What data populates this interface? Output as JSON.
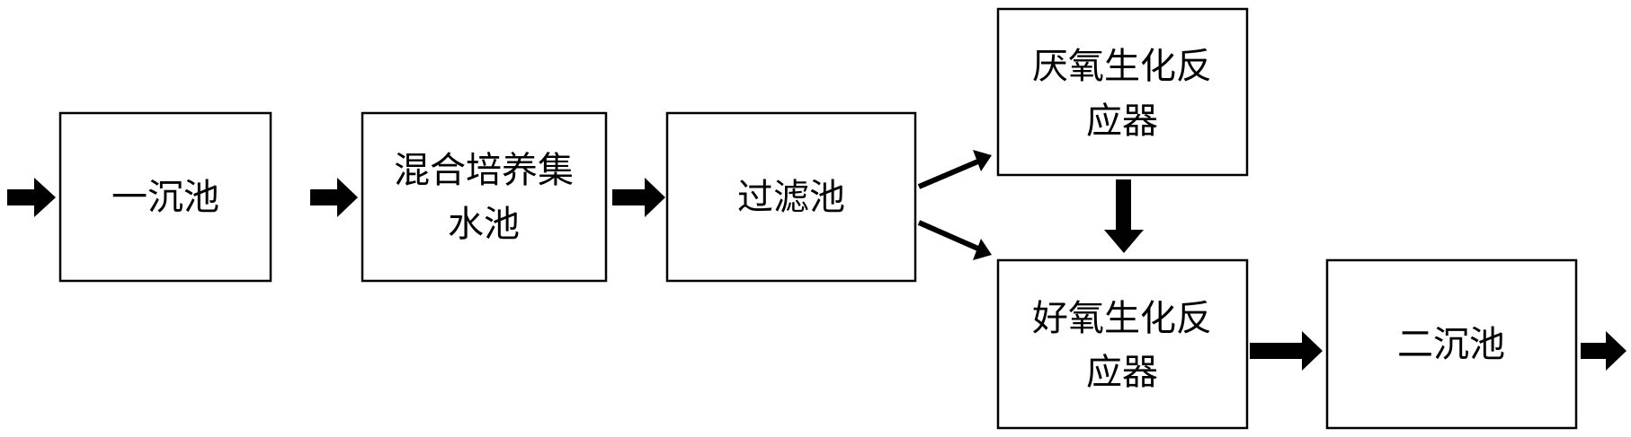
{
  "diagram": {
    "nodes": [
      {
        "id": "primary_sedimentation",
        "lines": [
          "一沉池"
        ]
      },
      {
        "id": "mixing_tank",
        "lines": [
          "混合培养集",
          "水池"
        ]
      },
      {
        "id": "filter_tank",
        "lines": [
          "过滤池"
        ]
      },
      {
        "id": "anaerobic_reactor",
        "lines": [
          "厌氧生化反",
          "应器"
        ]
      },
      {
        "id": "aerobic_reactor",
        "lines": [
          "好氧生化反",
          "应器"
        ]
      },
      {
        "id": "secondary_sedimentation",
        "lines": [
          "二沉池"
        ]
      }
    ],
    "edges": [
      {
        "from": "",
        "to": "primary_sedimentation",
        "style": "thick"
      },
      {
        "from": "primary_sedimentation",
        "to": "mixing_tank",
        "style": "thick"
      },
      {
        "from": "mixing_tank",
        "to": "filter_tank",
        "style": "thick"
      },
      {
        "from": "filter_tank",
        "to": "anaerobic_reactor",
        "style": "thin"
      },
      {
        "from": "filter_tank",
        "to": "aerobic_reactor",
        "style": "thin"
      },
      {
        "from": "anaerobic_reactor",
        "to": "aerobic_reactor",
        "style": "thick"
      },
      {
        "from": "aerobic_reactor",
        "to": "secondary_sedimentation",
        "style": "thick"
      },
      {
        "from": "secondary_sedimentation",
        "to": "",
        "style": "thick"
      }
    ],
    "colors": {
      "stroke": "#000000",
      "fill": "#ffffff"
    }
  }
}
